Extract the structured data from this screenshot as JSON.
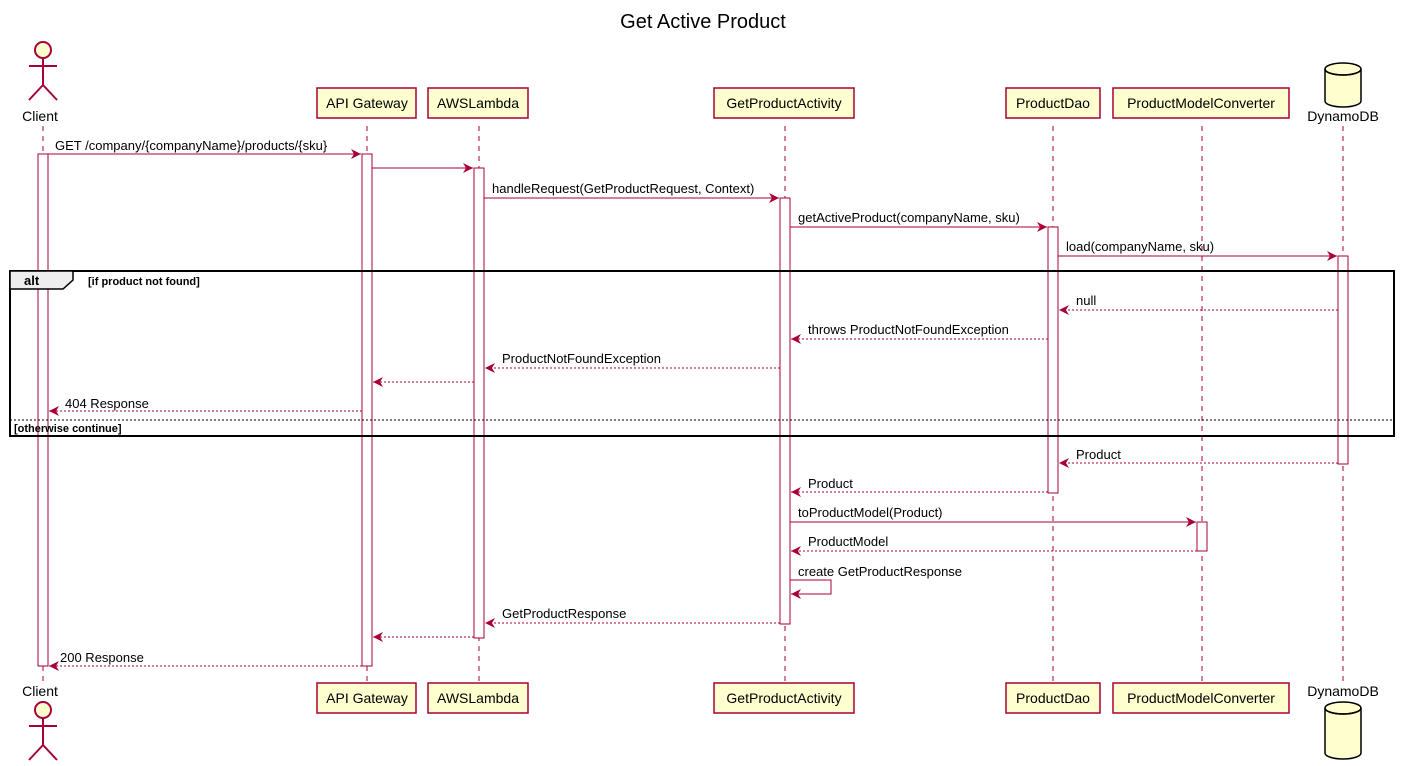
{
  "diagram": {
    "title": "Get Active Product",
    "participants": [
      {
        "id": "client",
        "label": "Client",
        "kind": "actor"
      },
      {
        "id": "api_gateway",
        "label": "API Gateway",
        "kind": "participant"
      },
      {
        "id": "aws_lambda",
        "label": "AWSLambda",
        "kind": "participant"
      },
      {
        "id": "get_product_activity",
        "label": "GetProductActivity",
        "kind": "participant"
      },
      {
        "id": "product_dao",
        "label": "ProductDao",
        "kind": "participant"
      },
      {
        "id": "product_model_converter",
        "label": "ProductModelConverter",
        "kind": "participant"
      },
      {
        "id": "dynamodb",
        "label": "DynamoDB",
        "kind": "database"
      }
    ],
    "messages": [
      {
        "from": "client",
        "to": "api_gateway",
        "label": "GET /company/{companyName}/products/{sku}",
        "type": "sync"
      },
      {
        "from": "api_gateway",
        "to": "aws_lambda",
        "label": "",
        "type": "sync"
      },
      {
        "from": "aws_lambda",
        "to": "get_product_activity",
        "label": "handleRequest(GetProductRequest, Context)",
        "type": "sync"
      },
      {
        "from": "get_product_activity",
        "to": "product_dao",
        "label": "getActiveProduct(companyName, sku)",
        "type": "sync"
      },
      {
        "from": "product_dao",
        "to": "dynamodb",
        "label": "load(companyName, sku)",
        "type": "sync"
      },
      {
        "from": "dynamodb",
        "to": "product_dao",
        "label": "null",
        "type": "return"
      },
      {
        "from": "product_dao",
        "to": "get_product_activity",
        "label": "throws ProductNotFoundException",
        "type": "return"
      },
      {
        "from": "get_product_activity",
        "to": "aws_lambda",
        "label": "ProductNotFoundException",
        "type": "return"
      },
      {
        "from": "aws_lambda",
        "to": "api_gateway",
        "label": "",
        "type": "return"
      },
      {
        "from": "api_gateway",
        "to": "client",
        "label": "404 Response",
        "type": "return"
      },
      {
        "from": "dynamodb",
        "to": "product_dao",
        "label": "Product",
        "type": "return"
      },
      {
        "from": "product_dao",
        "to": "get_product_activity",
        "label": "Product",
        "type": "return"
      },
      {
        "from": "get_product_activity",
        "to": "product_model_converter",
        "label": "toProductModel(Product)",
        "type": "sync"
      },
      {
        "from": "product_model_converter",
        "to": "get_product_activity",
        "label": "ProductModel",
        "type": "return"
      },
      {
        "from": "get_product_activity",
        "to": "get_product_activity",
        "label": "create GetProductResponse",
        "type": "self"
      },
      {
        "from": "get_product_activity",
        "to": "aws_lambda",
        "label": "GetProductResponse",
        "type": "return"
      },
      {
        "from": "aws_lambda",
        "to": "api_gateway",
        "label": "",
        "type": "return"
      },
      {
        "from": "api_gateway",
        "to": "client",
        "label": "200 Response",
        "type": "return"
      }
    ],
    "fragment": {
      "operator": "alt",
      "guard": "[if product not found]",
      "else_guard": "[otherwise continue]"
    }
  },
  "colors": {
    "border": "#A80036",
    "participant_fill": "#FEFECE",
    "frame": "#000000"
  }
}
